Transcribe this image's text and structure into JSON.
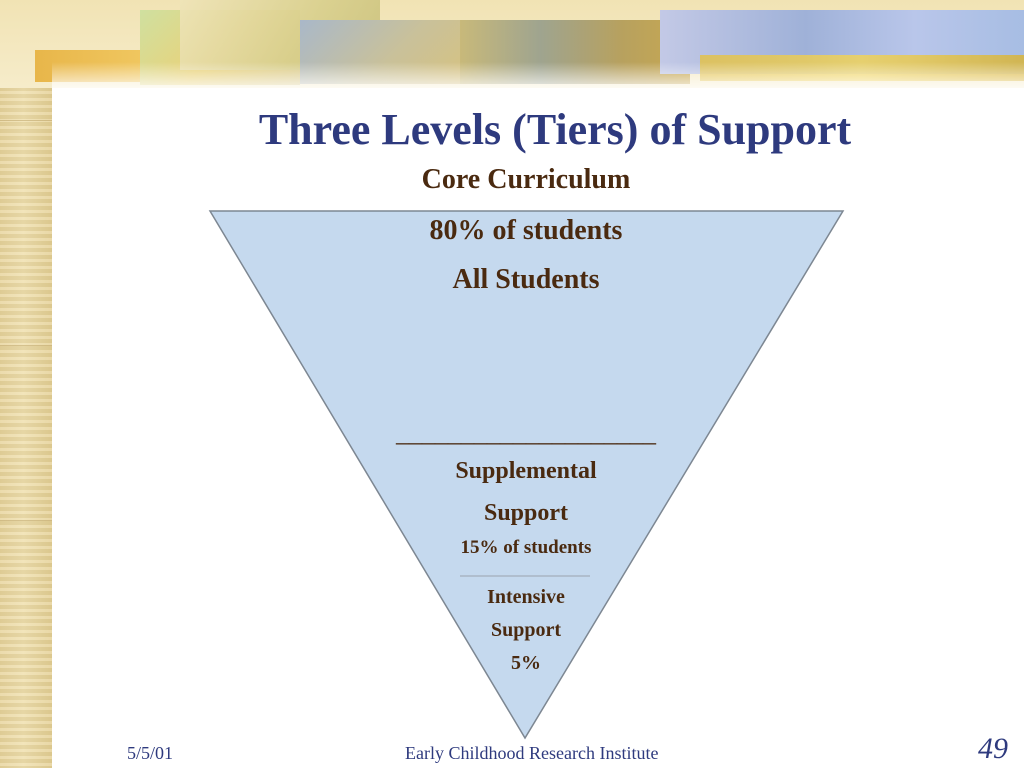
{
  "slide": {
    "title": "Three Levels (Tiers) of Support",
    "footer_date": "5/5/01",
    "footer_org": "Early Childhood Research Institute",
    "page_number": "49"
  },
  "diagram": {
    "top_label": "Core Curriculum",
    "tier1": {
      "line1": "80% of students",
      "line2": "All Students"
    },
    "tier2": {
      "separator": "____________________",
      "line1": "Supplemental",
      "line2": "Support",
      "line3": "15% of students"
    },
    "tier3": {
      "line1": "Intensive",
      "line2": "Support",
      "line3": "5%"
    }
  },
  "colors": {
    "title": "#2e3a7e",
    "tier_text": "#4a2a10",
    "triangle_fill": "#c5d9ee",
    "triangle_stroke": "#7d8792"
  }
}
